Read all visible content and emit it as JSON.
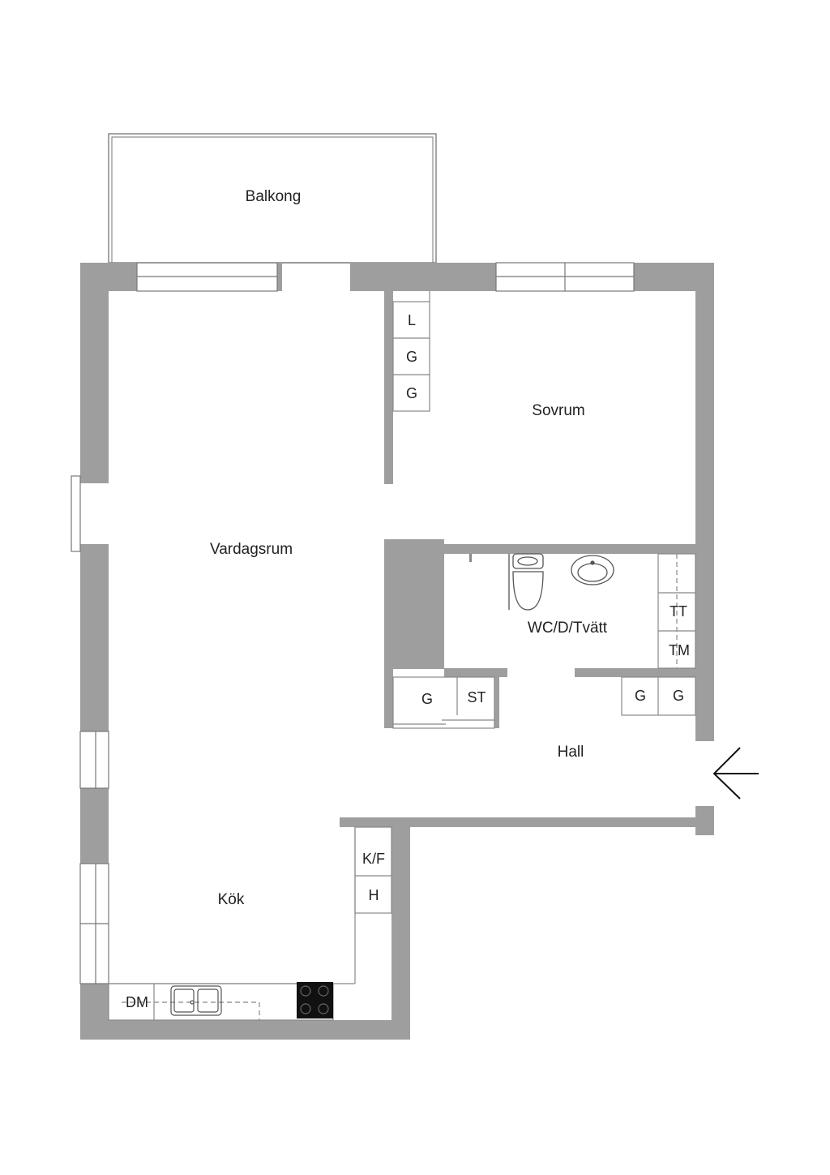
{
  "rooms": {
    "balcony": "Balkong",
    "bedroom": "Sovrum",
    "living": "Vardagsrum",
    "bathroom": "WC/D/Tvätt",
    "hall": "Hall",
    "kitchen": "Kök"
  },
  "fixtures": {
    "linen": "L",
    "wardrobe": "G",
    "dryer": "TT",
    "washer": "TM",
    "storage": "ST",
    "fridge_freezer": "K/F",
    "cabinet": "H",
    "dishwasher": "DM"
  },
  "colors": {
    "wall": "#9e9e9e",
    "line": "#555555",
    "background": "#ffffff"
  }
}
